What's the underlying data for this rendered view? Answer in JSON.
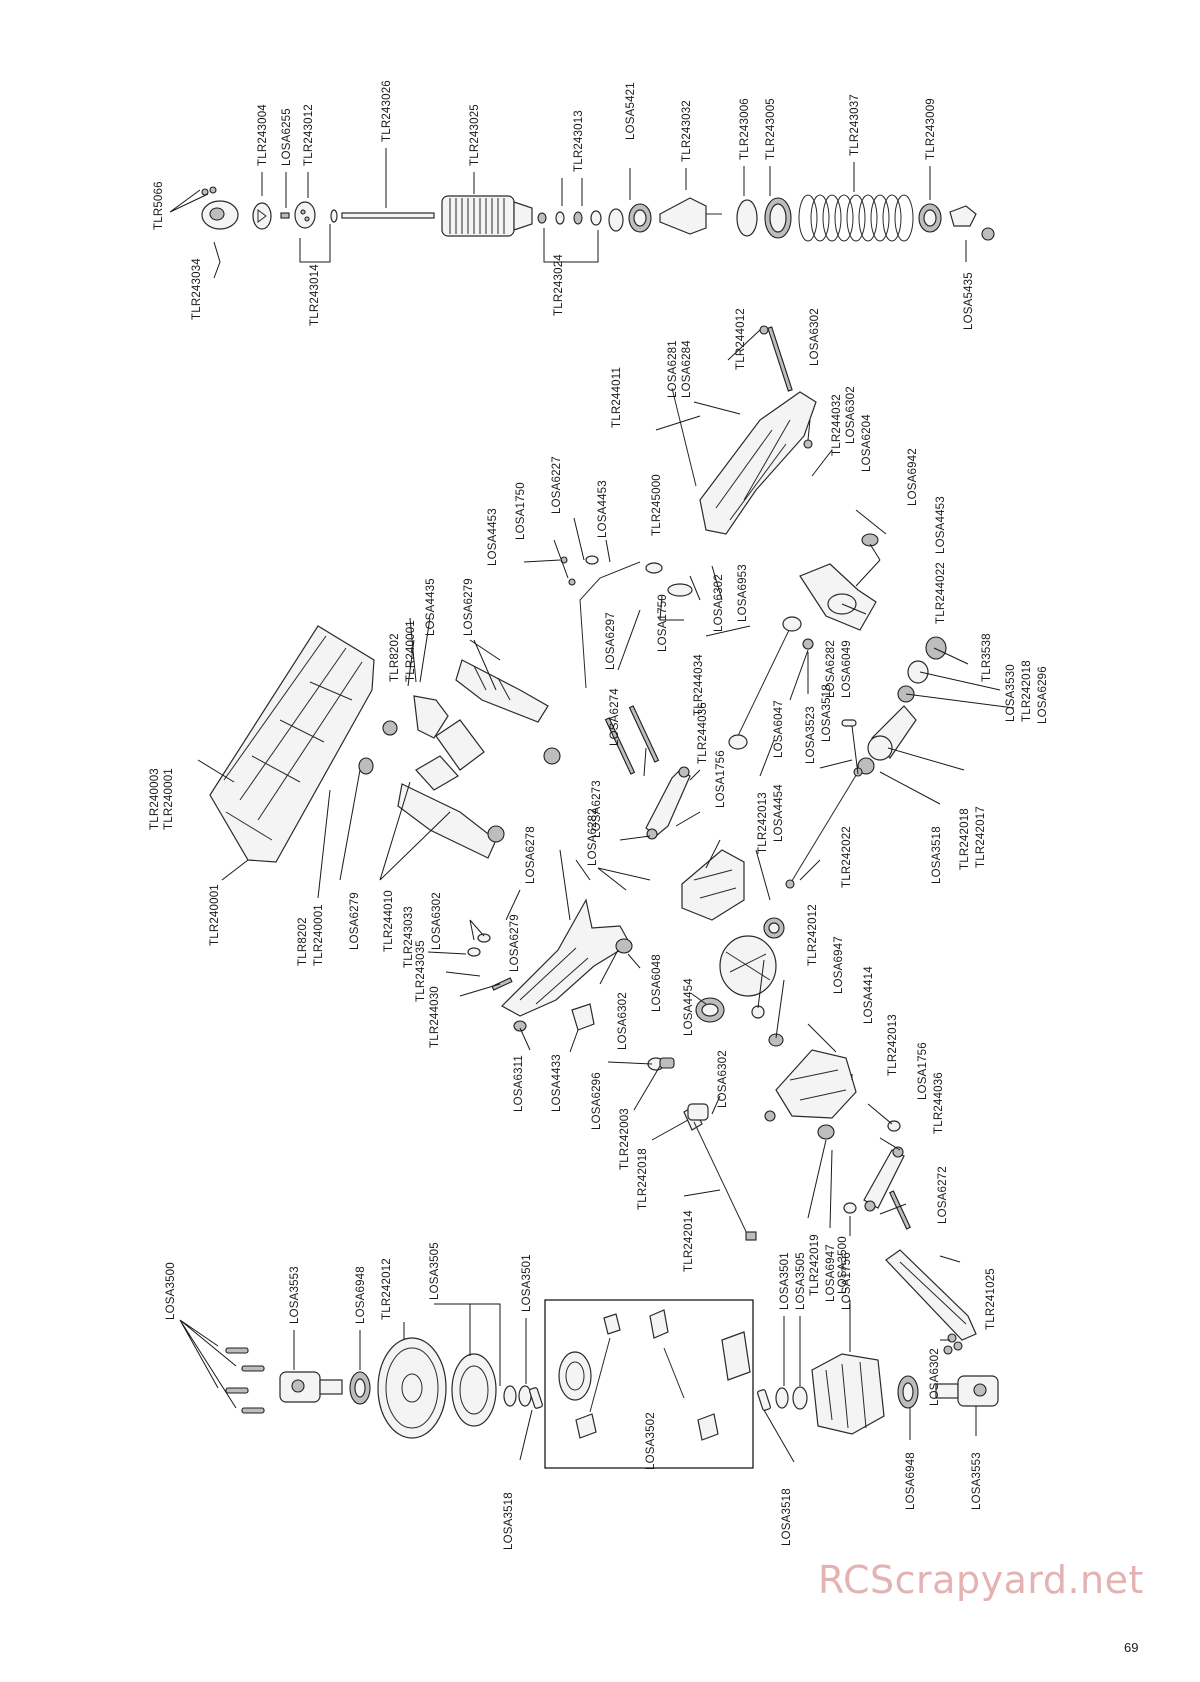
{
  "page_number": "69",
  "watermark": "RCScrapyard.net",
  "shock_assembly": {
    "labels": [
      "TLR5066",
      "TLR243034",
      "TLR243004",
      "LOSA6255",
      "TLR243012",
      "TLR243014",
      "TLR243026",
      "TLR243025",
      "TLR243013",
      "TLR243024",
      "LOSA5421",
      "TLR243032",
      "TLR243006",
      "TLR243005",
      "TLR243037",
      "TLR243009",
      "LOSA5435"
    ]
  },
  "rear_assembly": {
    "labels": [
      "TLR240003",
      "TLR240001",
      "TLR240001",
      "TLR8202",
      "TLR240001",
      "LOSA6279",
      "TLR244010",
      "TLR8202",
      "TLR240001",
      "LOSA4435",
      "LOSA6279",
      "LOSA4453",
      "LOSA1750",
      "LOSA6227",
      "LOSA4453",
      "LOSA6302",
      "TLR243033",
      "TLR243035",
      "TLR244030",
      "LOSA6311",
      "LOSA4433",
      "LOSA6278",
      "LOSA6282",
      "LOSA6279",
      "LOSA6302",
      "LOSA6048",
      "TLR244011",
      "LOSA6281",
      "LOSA6284",
      "TLR244012",
      "LOSA6302",
      "TLR244032",
      "LOSA6302",
      "LOSA6204",
      "LOSA6942",
      "TLR245000",
      "LOSA6297",
      "LOSA1750",
      "LOSA6302",
      "LOSA6953",
      "LOSA4453",
      "TLR244022",
      "TLR244034",
      "LOSA6282",
      "LOSA6049",
      "LOSA6047",
      "TLR3538",
      "LOSA3530",
      "TLR242018",
      "LOSA6296",
      "LOSA3518",
      "LOSA3523",
      "LOSA6274",
      "TLR244036",
      "LOSA1756",
      "LOSA6273",
      "TLR242013",
      "LOSA4454",
      "TLR242022",
      "LOSA3518",
      "TLR242018",
      "TLR242017",
      "LOSA4454",
      "TLR242012",
      "LOSA6947",
      "LOSA4414",
      "TLR242013",
      "LOSA1756",
      "TLR244036",
      "LOSA6302",
      "LOSA6296",
      "TLR242003",
      "TLR242018",
      "TLR242014",
      "LOSA6272",
      "TLR242019",
      "LOSA6947",
      "LOSA1756",
      "TLR241025",
      "LOSA6302"
    ]
  },
  "differential_assembly": {
    "labels": [
      "LOSA3500",
      "LOSA3553",
      "LOSA6948",
      "TLR242012",
      "LOSA3505",
      "LOSA3501",
      "LOSA3518",
      "LOSA3502",
      "LOSA3501",
      "LOSA3505",
      "LOSA3500",
      "LOSA3518",
      "LOSA6948",
      "LOSA3553"
    ]
  }
}
